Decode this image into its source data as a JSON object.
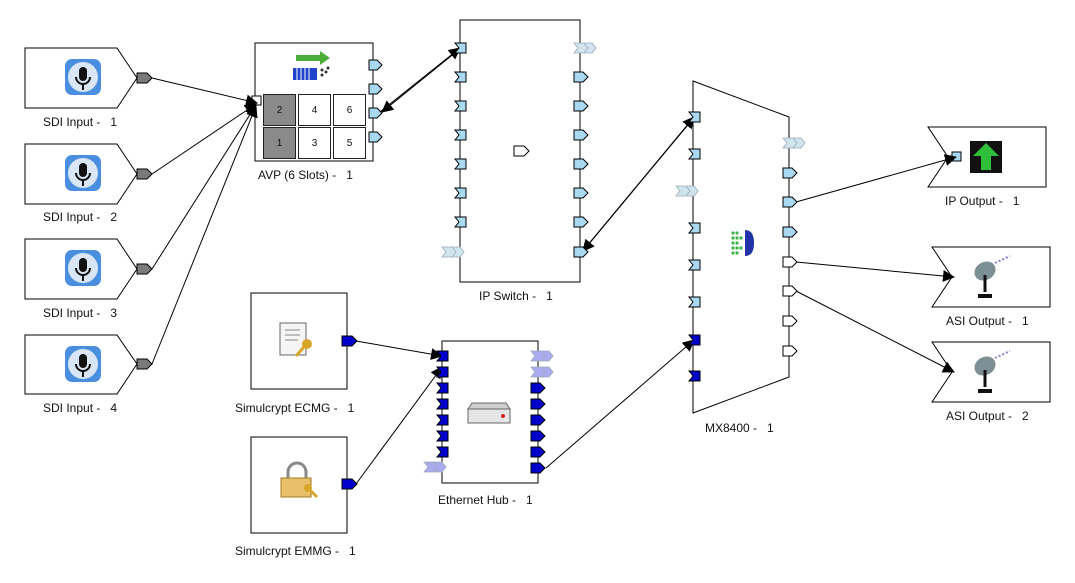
{
  "diagram": {
    "nodes": {
      "sdi_input_1": {
        "label": "SDI Input -   1",
        "icon": "microphone-icon"
      },
      "sdi_input_2": {
        "label": "SDI Input -   2",
        "icon": "microphone-icon"
      },
      "sdi_input_3": {
        "label": "SDI Input -   3",
        "icon": "microphone-icon"
      },
      "sdi_input_4": {
        "label": "SDI Input -   4",
        "icon": "microphone-icon"
      },
      "avp": {
        "label": "AVP (6 Slots) -   1",
        "icon": "video-processor-icon",
        "slots": [
          "2",
          "4",
          "6",
          "1",
          "3",
          "5"
        ],
        "active_slots": [
          "2",
          "1"
        ]
      },
      "ip_switch": {
        "label": "IP Switch -   1",
        "icon": "port-icon"
      },
      "ecmg": {
        "label": "Simulcrypt ECMG -   1",
        "icon": "key-document-icon"
      },
      "emmg": {
        "label": "Simulcrypt EMMG -   1",
        "icon": "padlock-key-icon"
      },
      "eth_hub": {
        "label": "Ethernet Hub -   1",
        "icon": "network-hub-icon"
      },
      "mx8400": {
        "label": "MX8400 -   1",
        "icon": "multiplexer-icon"
      },
      "ip_output": {
        "label": "IP Output -   1",
        "icon": "upload-arrow-icon"
      },
      "asi_output_1": {
        "label": "ASI Output -   1",
        "icon": "satellite-dish-icon"
      },
      "asi_output_2": {
        "label": "ASI Output -   2",
        "icon": "satellite-dish-icon"
      }
    },
    "connections": [
      {
        "from": "sdi_input_1",
        "to": "avp"
      },
      {
        "from": "sdi_input_2",
        "to": "avp"
      },
      {
        "from": "sdi_input_3",
        "to": "avp"
      },
      {
        "from": "sdi_input_4",
        "to": "avp"
      },
      {
        "from": "avp",
        "to": "ip_switch"
      },
      {
        "from": "ip_switch",
        "to": "mx8400"
      },
      {
        "from": "ecmg",
        "to": "eth_hub"
      },
      {
        "from": "emmg",
        "to": "eth_hub"
      },
      {
        "from": "eth_hub",
        "to": "mx8400"
      },
      {
        "from": "mx8400",
        "to": "ip_output"
      },
      {
        "from": "mx8400",
        "to": "asi_output_1"
      },
      {
        "from": "mx8400",
        "to": "asi_output_2"
      }
    ],
    "colors": {
      "port_light": "#a9d9f0",
      "port_dark": "#0000cc",
      "port_gray": "#7a7a7a",
      "port_ghost": "#d0e4ee",
      "port_ghost_blue": "#aaaaee",
      "slot_active": "#8a8a8a",
      "line": "#000000"
    }
  }
}
